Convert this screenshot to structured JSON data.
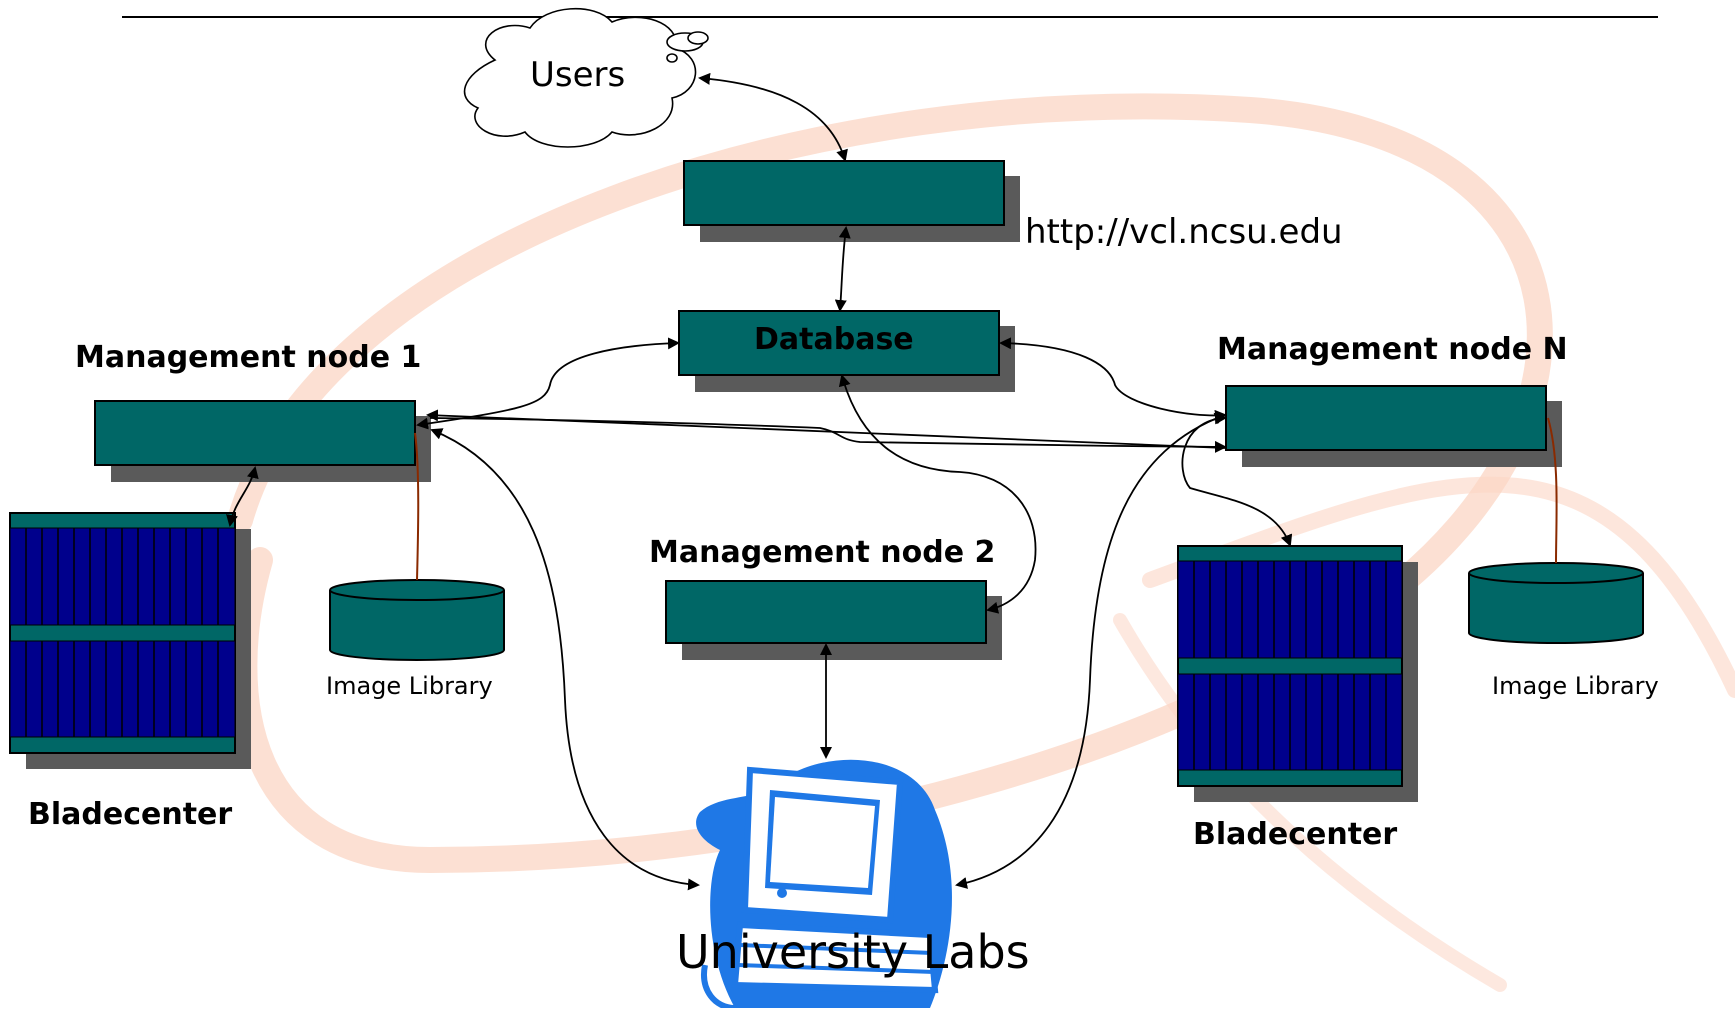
{
  "diagram": {
    "users": "Users",
    "url": "http://vcl.ncsu.edu",
    "database": "Database",
    "management_node_1": "Management node 1",
    "management_node_2": "Management node 2",
    "management_node_n": "Management node N",
    "bladecenter_left": "Bladecenter",
    "bladecenter_right": "Bladecenter",
    "image_library_left": "Image Library",
    "image_library_right": "Image Library",
    "university_labs": "University Labs"
  },
  "colors": {
    "node_fill": "#006766",
    "shadow": "#5a5a5a",
    "blade_fill": "#00008c",
    "computer_icon": "#1f78e6",
    "background_swoosh": "#fbd5c4",
    "library_link": "#8a2a00"
  }
}
